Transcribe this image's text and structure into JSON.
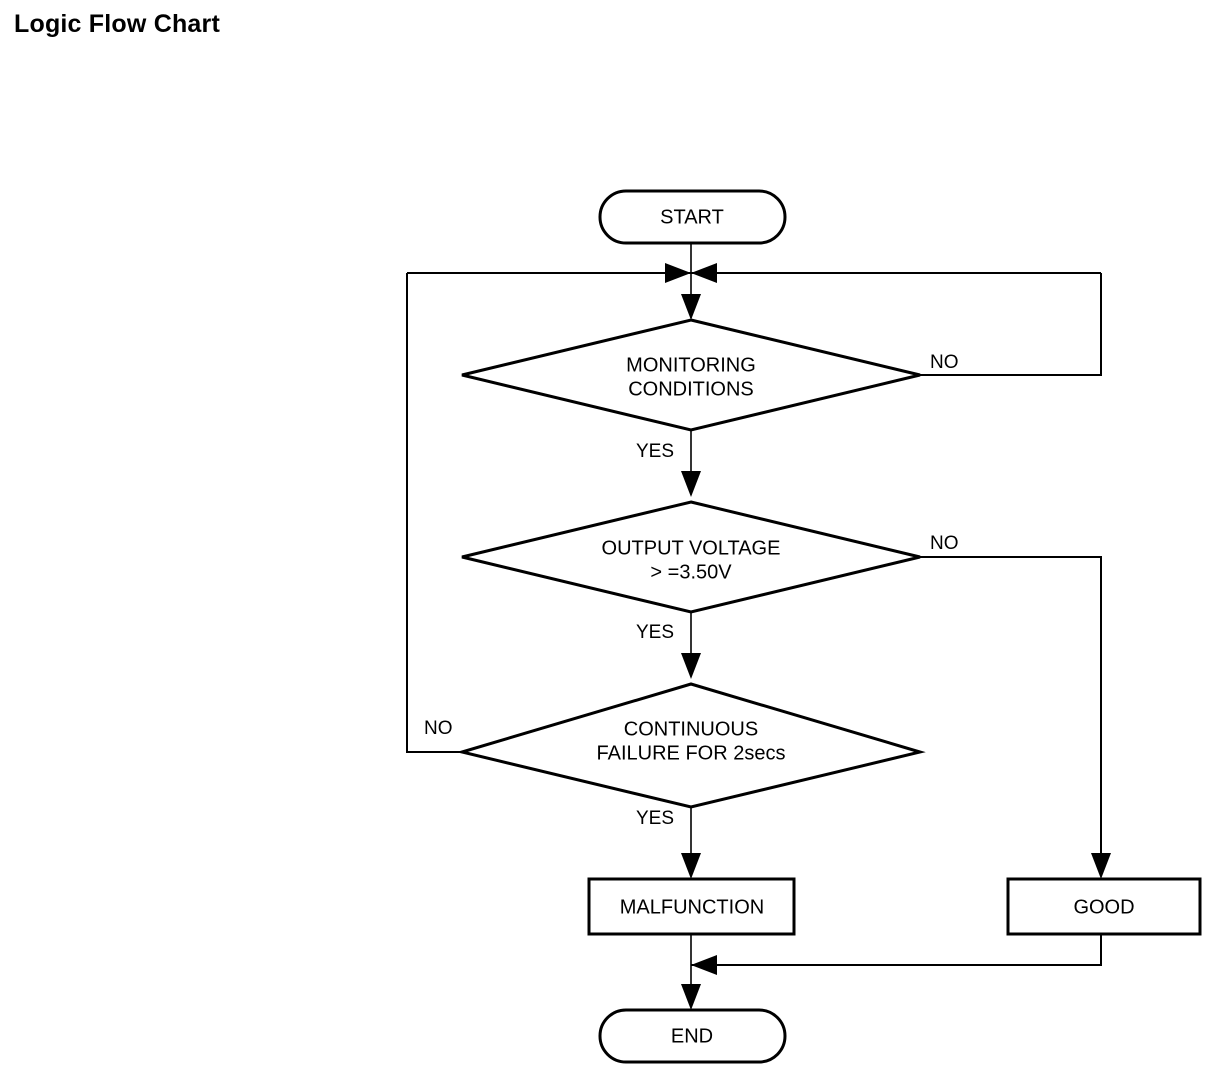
{
  "page": {
    "title": "Logic Flow Chart",
    "background_color": "#ffffff",
    "line_color": "#000000"
  },
  "chart_data": {
    "type": "diagram",
    "diagram_kind": "flowchart",
    "title": "Logic Flow Chart",
    "nodes": [
      {
        "id": "start",
        "shape": "terminator",
        "text": "START"
      },
      {
        "id": "monitoring",
        "shape": "decision",
        "text_line1": "MONITORING",
        "text_line2": "CONDITIONS"
      },
      {
        "id": "voltage",
        "shape": "decision",
        "text_line1": "OUTPUT VOLTAGE",
        "text_line2": "> =3.50V"
      },
      {
        "id": "continuous",
        "shape": "decision",
        "text_line1": "CONTINUOUS",
        "text_line2": "FAILURE FOR 2secs"
      },
      {
        "id": "malfunction",
        "shape": "process",
        "text": "MALFUNCTION"
      },
      {
        "id": "good",
        "shape": "process",
        "text": "GOOD"
      },
      {
        "id": "end",
        "shape": "terminator",
        "text": "END"
      }
    ],
    "edges": [
      {
        "from": "start",
        "to": "monitoring",
        "label": ""
      },
      {
        "from": "monitoring",
        "to": "voltage",
        "label": "YES"
      },
      {
        "from": "monitoring",
        "to": "start_join",
        "label": "NO"
      },
      {
        "from": "voltage",
        "to": "continuous",
        "label": "YES"
      },
      {
        "from": "voltage",
        "to": "good",
        "label": "NO"
      },
      {
        "from": "continuous",
        "to": "malfunction",
        "label": "YES"
      },
      {
        "from": "continuous",
        "to": "start_join",
        "label": "NO"
      },
      {
        "from": "malfunction",
        "to": "end",
        "label": ""
      },
      {
        "from": "good",
        "to": "end",
        "label": ""
      }
    ]
  },
  "nodes": {
    "start": {
      "label": "START"
    },
    "monitoring": {
      "line1": "MONITORING",
      "line2": "CONDITIONS"
    },
    "voltage": {
      "line1": "OUTPUT VOLTAGE",
      "line2": "> =3.50V"
    },
    "continuous": {
      "line1": "CONTINUOUS",
      "line2": "FAILURE FOR 2secs"
    },
    "malfunction": {
      "label": "MALFUNCTION"
    },
    "good": {
      "label": "GOOD"
    },
    "end": {
      "label": "END"
    }
  },
  "branch_labels": {
    "monitoring_no": "NO",
    "monitoring_yes": "YES",
    "voltage_no": "NO",
    "voltage_yes": "YES",
    "continuous_no": "NO",
    "continuous_yes": "YES"
  }
}
